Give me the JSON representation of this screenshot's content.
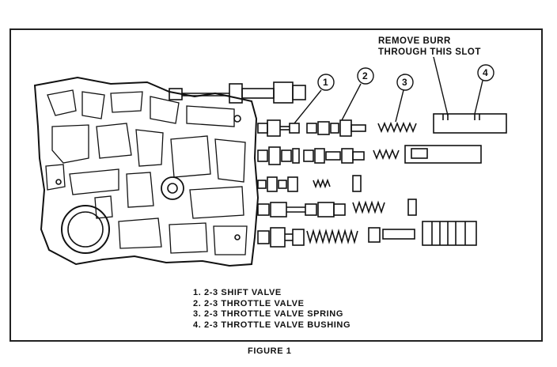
{
  "callout": {
    "note_line1": "REMOVE BURR",
    "note_line2": "THROUGH THIS SLOT"
  },
  "markers": [
    "1",
    "2",
    "3",
    "4"
  ],
  "legend": [
    "1.  2-3 SHIFT VALVE",
    "2.  2-3 THROTTLE VALVE",
    "3.  2-3 THROTTLE VALVE SPRING",
    "4.  2-3 THROTTLE VALVE BUSHING"
  ],
  "caption": "FIGURE 1",
  "colors": {
    "ink": "#111111",
    "paper": "#ffffff"
  }
}
